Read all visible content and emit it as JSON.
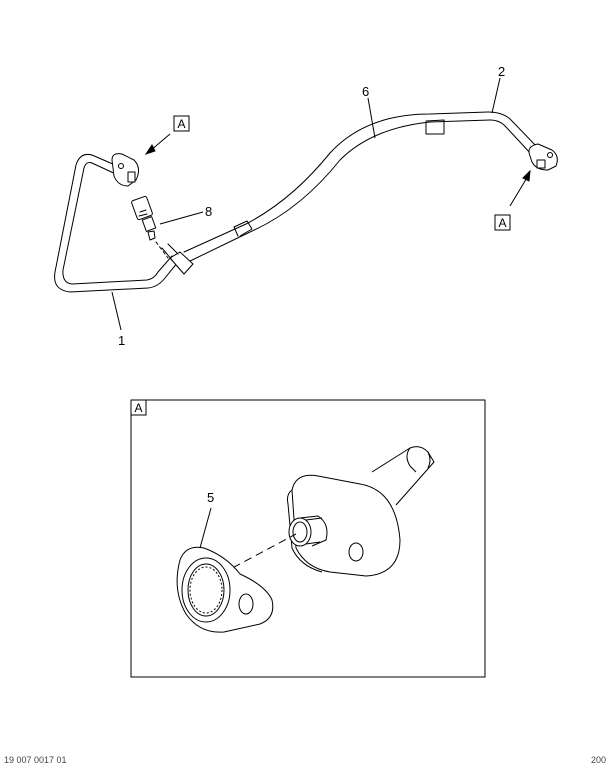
{
  "callouts": {
    "c1": "1",
    "c2": "2",
    "c5": "5",
    "c6": "6",
    "c8": "8"
  },
  "view_label": "A",
  "footer": {
    "left": "19 007 0017 01",
    "right": "200"
  }
}
